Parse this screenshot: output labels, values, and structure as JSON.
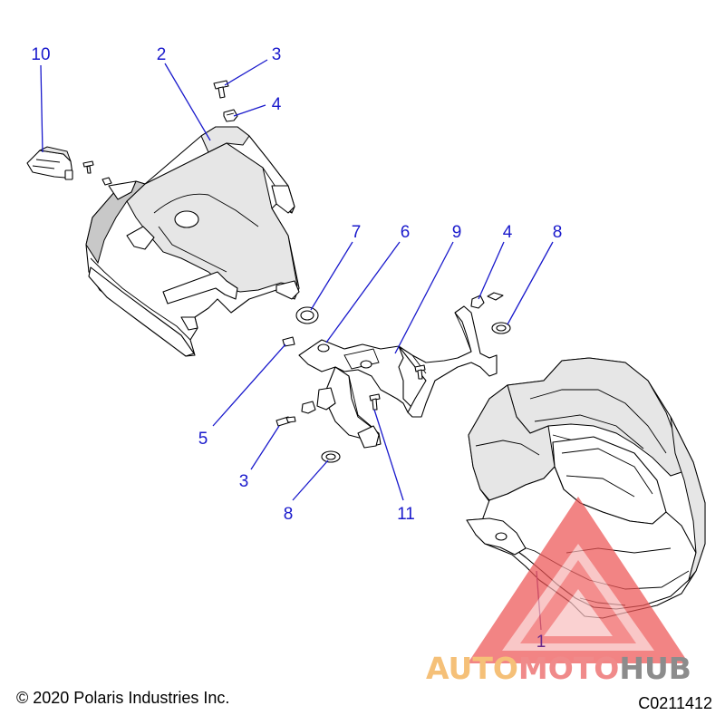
{
  "diagram": {
    "callouts": [
      {
        "id": "c10",
        "label": "10"
      },
      {
        "id": "c2",
        "label": "2"
      },
      {
        "id": "c3a",
        "label": "3"
      },
      {
        "id": "c4a",
        "label": "4"
      },
      {
        "id": "c7",
        "label": "7"
      },
      {
        "id": "c6",
        "label": "6"
      },
      {
        "id": "c9",
        "label": "9"
      },
      {
        "id": "c4b",
        "label": "4"
      },
      {
        "id": "c8a",
        "label": "8"
      },
      {
        "id": "c5",
        "label": "5"
      },
      {
        "id": "c3b",
        "label": "3"
      },
      {
        "id": "c8b",
        "label": "8"
      },
      {
        "id": "c11",
        "label": "11"
      },
      {
        "id": "c1",
        "label": "1"
      }
    ],
    "callout_color": "#1a1acc",
    "callout_1_color": "#6a2a8a"
  },
  "footer": {
    "copyright": "© 2020 Polaris Industries Inc.",
    "drawing_id": "C0211412"
  },
  "watermark": {
    "auto": "AUTO",
    "moto": "MOTO",
    "hub": "HUB",
    "auto_color": "#f5c078",
    "moto_color": "#f08a8a",
    "hub_color": "#8c8c8c",
    "triangle_color": "#ee5555"
  }
}
